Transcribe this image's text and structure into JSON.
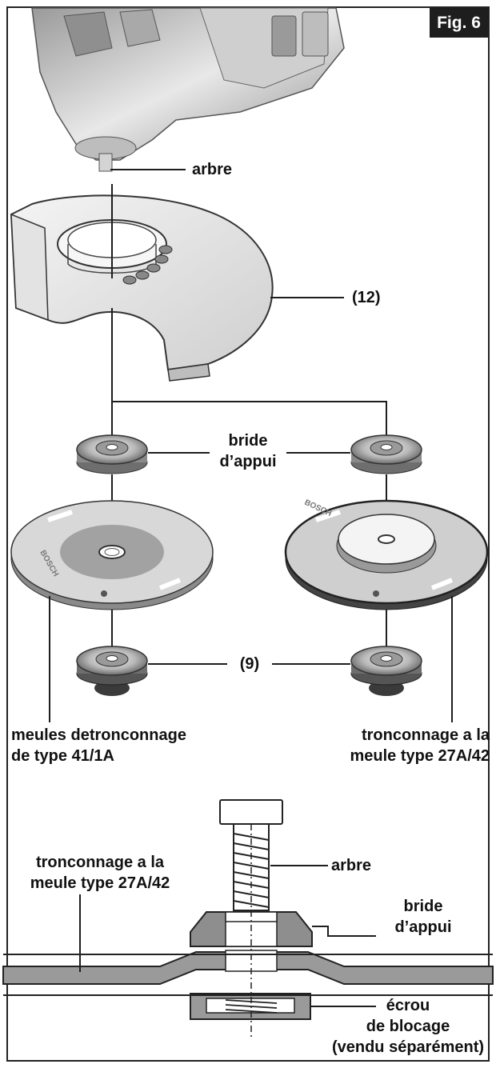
{
  "figure": {
    "badge": "Fig. 6"
  },
  "labels": {
    "arbre_top": "arbre",
    "guard_ref": "(12)",
    "bride_top_line1": "bride",
    "bride_top_line2": "d’appui",
    "nut_ref": "(9)",
    "left_wheel_line1": "meules detronconnage",
    "left_wheel_line2": "de type 41/1A",
    "right_wheel_line1": "tronconnage a la",
    "right_wheel_line2": "meule type 27A/42",
    "section_wheel_line1": "tronconnage a la",
    "section_wheel_line2": "meule type 27A/42",
    "arbre_section": "arbre",
    "bride_section_line1": "bride",
    "bride_section_line2": "d’appui",
    "ecrou_line1": "écrou",
    "ecrou_line2": "de blocage",
    "ecrou_line3": "(vendu séparément)"
  },
  "wheel_brand": "BOSCH",
  "colors": {
    "ink": "#1e1e1e",
    "metal_light": "#d9d9d9",
    "metal_mid": "#a8a8a8",
    "metal_dark": "#6e6e6e"
  }
}
